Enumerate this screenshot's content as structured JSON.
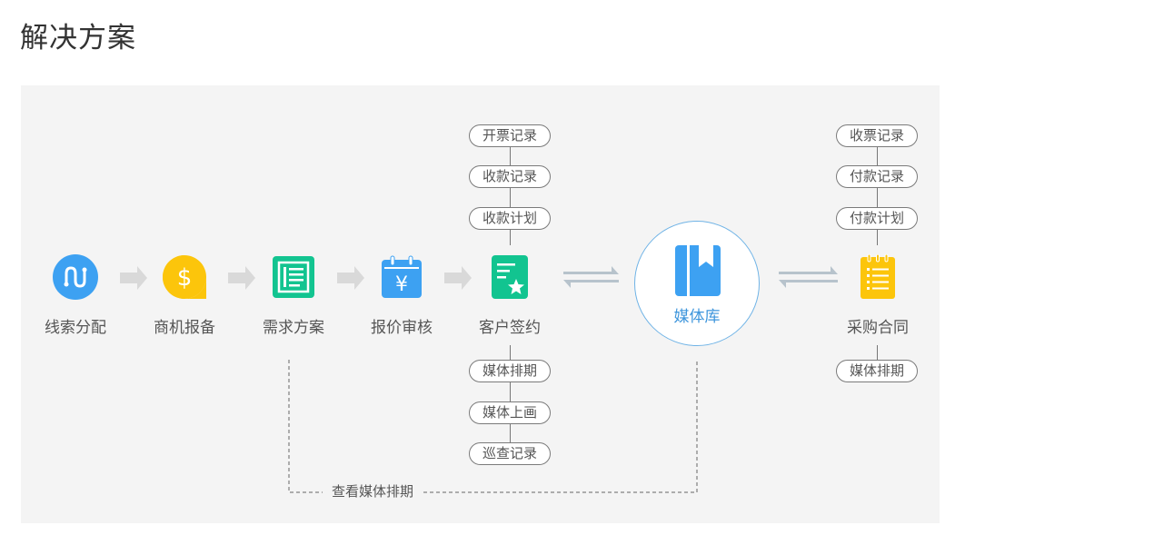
{
  "page": {
    "title": "解决方案"
  },
  "steps": [
    {
      "label": "线索分配",
      "icon": "route-icon",
      "color": "#3da1f2"
    },
    {
      "label": "商机报备",
      "icon": "dollar-icon",
      "color": "#fcc50b"
    },
    {
      "label": "需求方案",
      "icon": "document-list-icon",
      "color": "#12c490"
    },
    {
      "label": "报价审核",
      "icon": "yuan-calendar-icon",
      "color": "#3da1f2"
    },
    {
      "label": "客户签约",
      "icon": "document-star-icon",
      "color": "#12c490"
    }
  ],
  "sign_tags_above": [
    "开票记录",
    "收款记录",
    "收款计划"
  ],
  "sign_tags_below": [
    "媒体排期",
    "媒体上画",
    "巡查记录"
  ],
  "hub": {
    "label": "媒体库",
    "icon": "bookmark-book-icon",
    "color": "#3da1f2"
  },
  "purchase": {
    "label": "采购合同",
    "icon": "notepad-list-icon",
    "color": "#fcc50b"
  },
  "purchase_tags_above": [
    "收票记录",
    "付款记录",
    "付款计划"
  ],
  "purchase_tags_below": [
    "媒体排期"
  ],
  "dashed_link_label": "查看媒体排期",
  "colors": {
    "panel_bg": "#f4f4f4",
    "arrow": "#d9d9d9",
    "exchange_arrow": "#b7c3cc",
    "hub_border": "#6fb3e6"
  }
}
